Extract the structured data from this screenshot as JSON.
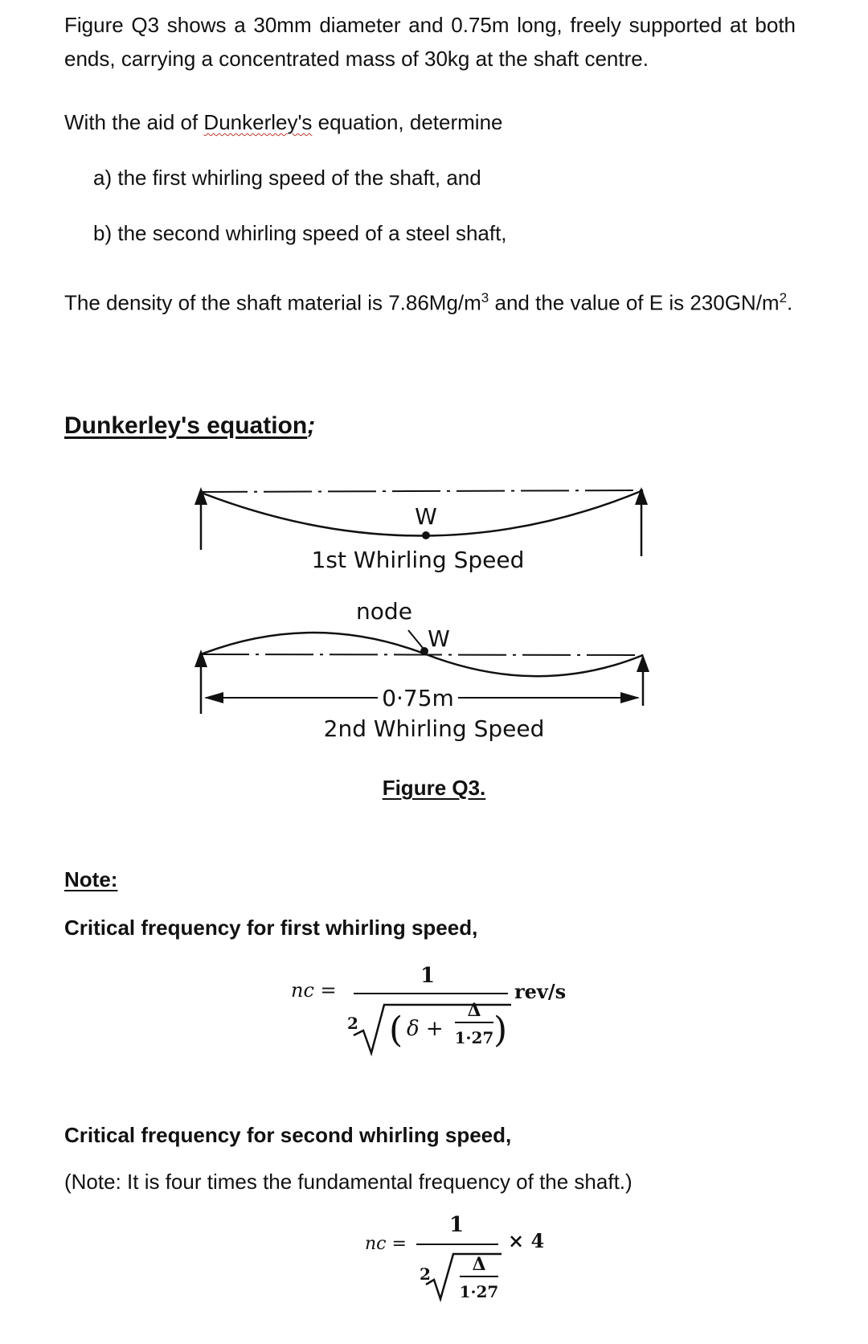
{
  "question": {
    "intro": "Figure Q3 shows a 30mm diameter and 0.75m long, freely supported at both ends, carrying a concentrated mass of 30kg at the shaft centre.",
    "aid_prefix": "With the aid of ",
    "aid_name": "Dunkerley's",
    "aid_suffix": " equation, determine",
    "part_a": "a) the first whirling speed of the shaft, and",
    "part_b": "b) the second whirling speed of a steel shaft,",
    "density_text": "The density of the shaft material is 7.86Mg/m",
    "density_sup": "3",
    "density_mid": " and the value of E is 230GN/m",
    "modulus_sup": "2",
    "modulus_end": "."
  },
  "section": {
    "heading": "Dunkerley's equation",
    "heading_punct": ";"
  },
  "figure": {
    "load_label_1": "W",
    "speed_1": "1st Whirling Speed",
    "node_label": "node",
    "load_label_2": "W",
    "length_label": "0·75m",
    "speed_2": "2nd Whirling Speed",
    "caption": "Figure Q3."
  },
  "note": {
    "title": "Note:",
    "first_label": "Critical frequency for first whirling speed,",
    "second_label": "Critical frequency for second whirling speed,",
    "second_note": "(Note: It is four times the fundamental frequency of the shaft.)"
  },
  "eq1": {
    "lhs": "nc =",
    "numerator": "1",
    "root_index": "2",
    "delta": "δ +",
    "frac_top": "Δ",
    "frac_bottom": "1·27",
    "unit": "rev/s"
  },
  "eq2": {
    "lhs": "nc =",
    "numerator": "1",
    "root_index": "2",
    "frac_top": "Δ",
    "frac_bottom": "1·27",
    "multiplier": "× 4"
  }
}
